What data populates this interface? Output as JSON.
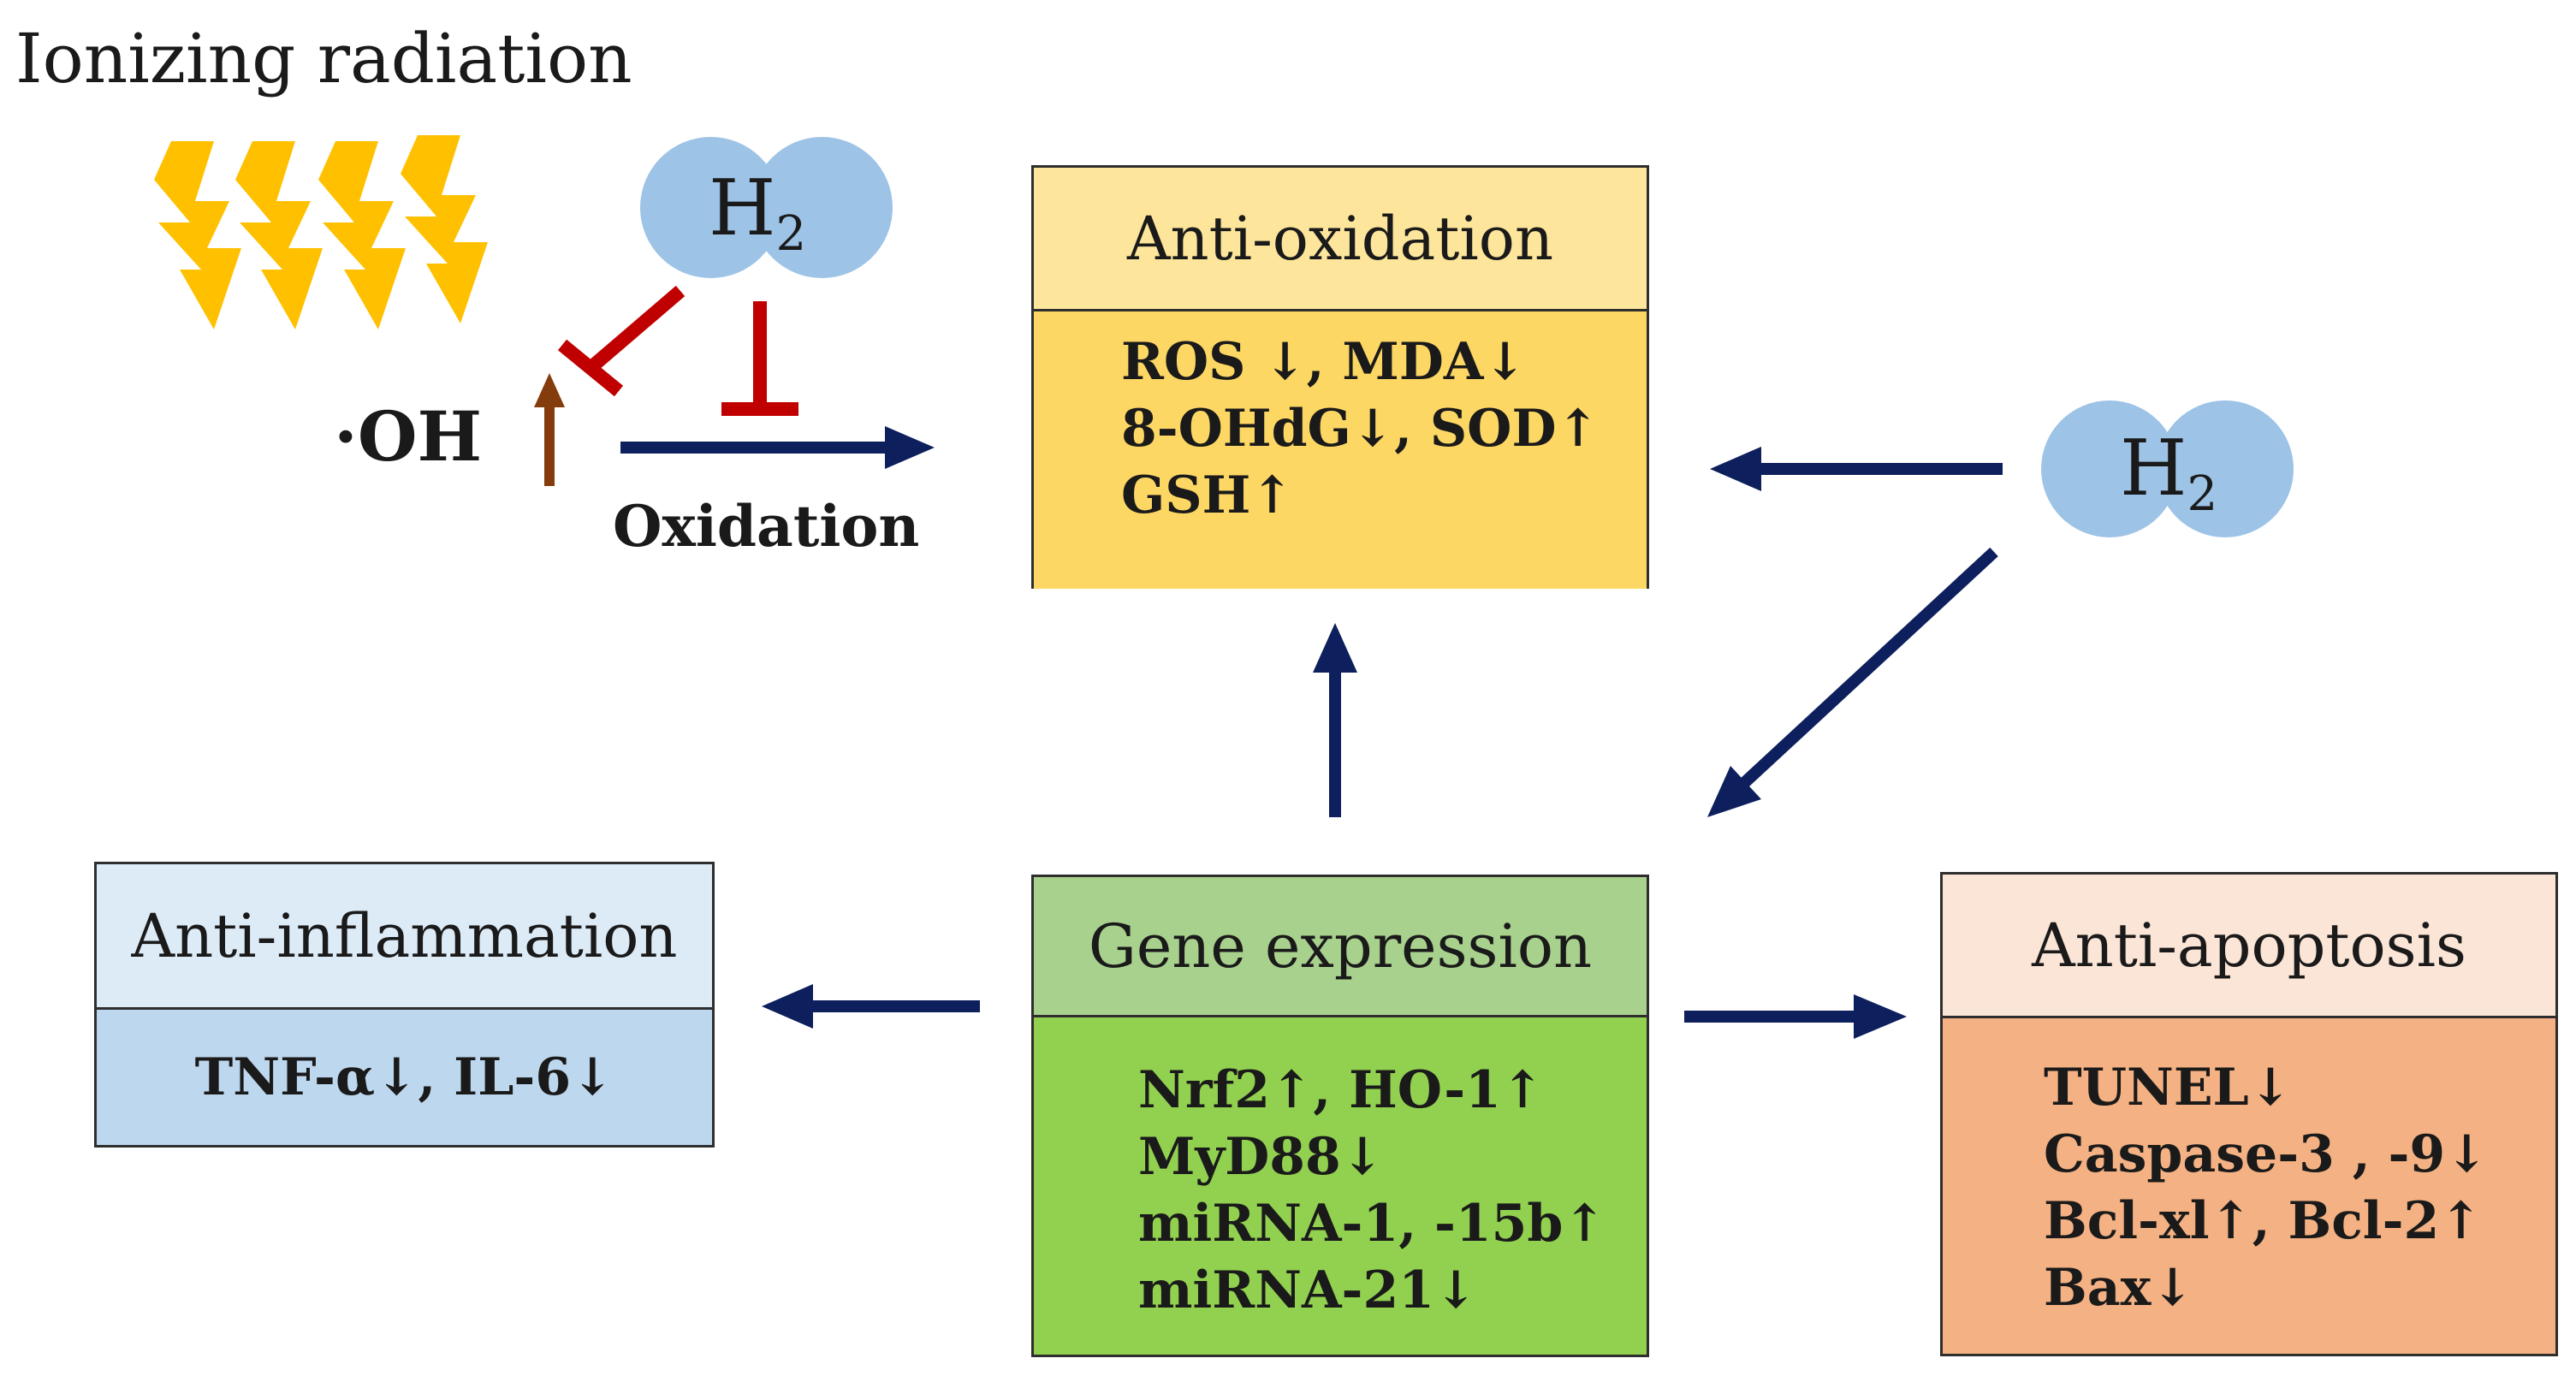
{
  "title": "Ionizing radiation",
  "radical_label": "·OH",
  "oxidation_label": "Oxidation",
  "h2_molecule": {
    "symbol": "H",
    "subscript": "2"
  },
  "colors": {
    "arrow_navy": "#0d1f5c",
    "inhibit_red": "#c00000",
    "increase_brown": "#843c0c",
    "bolt_yellow": "#ffc000",
    "h2_blue": "#9dc3e6"
  },
  "icons": [
    "lightning-bolt-icon",
    "h2-molecule-icon",
    "inhibition-tbar-icon",
    "up-arrow-icon"
  ],
  "anti_oxidation": {
    "title": "Anti-oxidation",
    "lines": [
      "ROS ↓, MDA↓",
      "8-OHdG↓, SOD↑",
      "GSH↑"
    ]
  },
  "anti_inflammation": {
    "title": "Anti-inflammation",
    "lines": [
      "TNF-α↓, IL-6↓"
    ]
  },
  "gene_expression": {
    "title": "Gene expression",
    "lines": [
      "Nrf2↑, HO-1↑",
      "MyD88↓",
      "miRNA-1, -15b↑",
      "miRNA-21↓"
    ]
  },
  "anti_apoptosis": {
    "title": "Anti-apoptosis",
    "lines": [
      "TUNEL↓",
      "Caspase-3 , -9↓",
      "Bcl-xl↑, Bcl-2↑",
      "Bax↓"
    ]
  }
}
